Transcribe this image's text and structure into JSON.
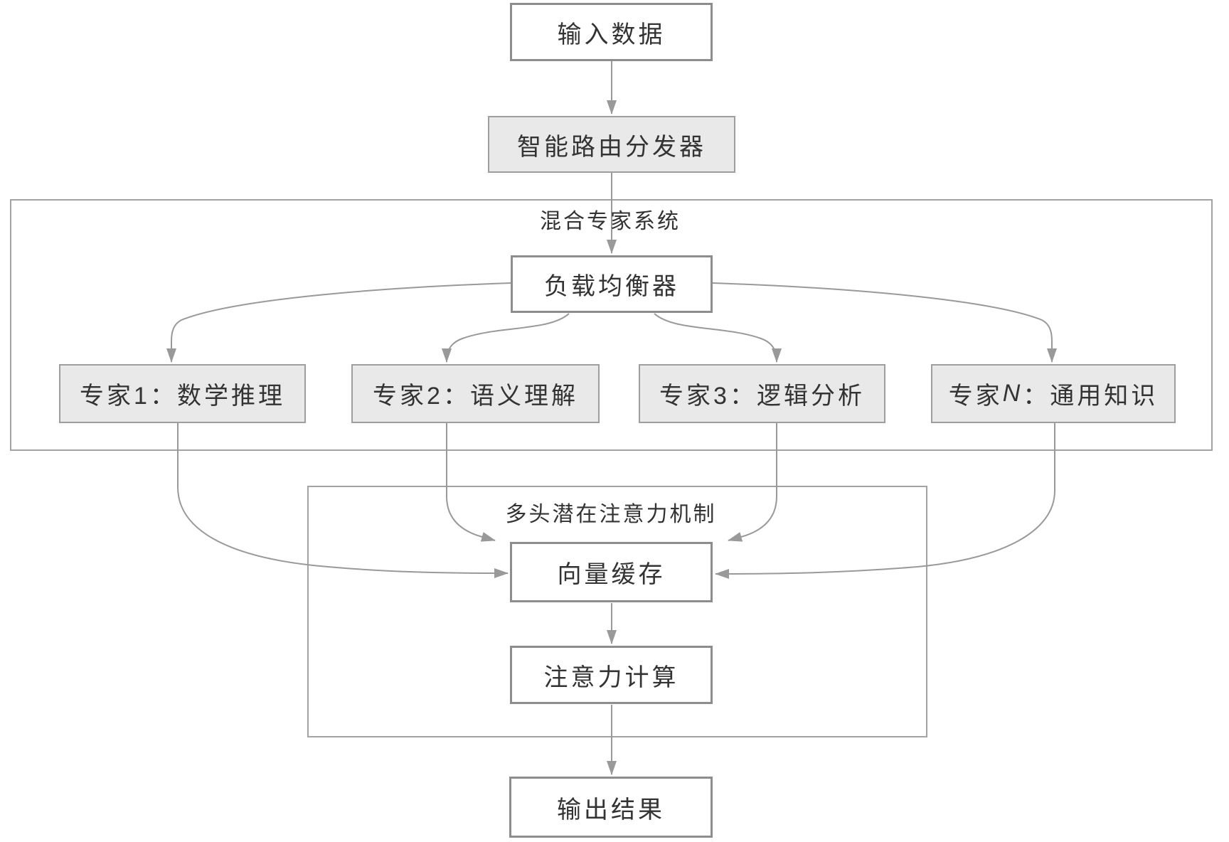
{
  "nodes": {
    "input": "输入数据",
    "router": "智能路由分发器",
    "balancer": "负载均衡器",
    "cache": "向量缓存",
    "attention": "注意力计算",
    "output": "输出结果"
  },
  "containers": {
    "moe": {
      "label": "混合专家系统"
    },
    "mla": {
      "label": "多头潜在注意力机制"
    }
  },
  "experts": [
    {
      "label": "专家1：数学推理"
    },
    {
      "label": "专家2：语义理解"
    },
    {
      "label": "专家3：逻辑分析"
    },
    {
      "label_prefix": "专家",
      "label_var": "N",
      "label_suffix": "：通用知识"
    }
  ],
  "colors": {
    "background": "#ffffff",
    "node-fill": "#e9e9e9",
    "node-border": "#9e9e9e",
    "white-node-border": "#8d8d8d",
    "container-border": "#a2a2a2",
    "arrow": "#999999",
    "text": "#333333"
  }
}
